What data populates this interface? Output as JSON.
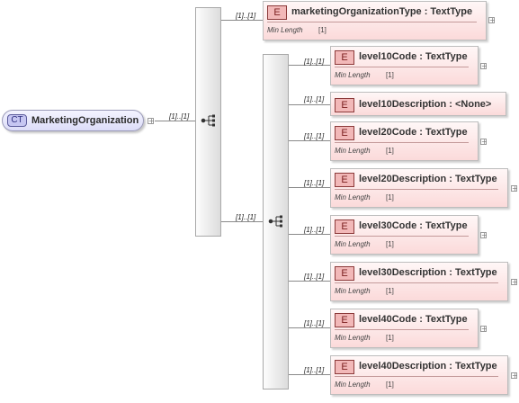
{
  "root": {
    "badge": "CT",
    "name": "MarketingOrganization",
    "occurs": "[1]..[1]"
  },
  "outer_sequence": {
    "first_element": {
      "badge": "E",
      "name": "marketingOrganizationType : TextType",
      "facet_label": "Min Length",
      "facet_value": "[1]",
      "occurs": "[1]..[1]"
    },
    "inner_sequence_occurs": "[1]..[1]"
  },
  "inner_sequence": {
    "elements": [
      {
        "badge": "E",
        "name": "level10Code : TextType",
        "facet_label": "Min Length",
        "facet_value": "[1]",
        "occurs": "[1]..[1]"
      },
      {
        "badge": "E",
        "name": "level10Description : <None>",
        "facet_label": "",
        "facet_value": "",
        "occurs": "[1]..[1]"
      },
      {
        "badge": "E",
        "name": "level20Code : TextType",
        "facet_label": "Min Length",
        "facet_value": "[1]",
        "occurs": "[1]..[1]"
      },
      {
        "badge": "E",
        "name": "level20Description : TextType",
        "facet_label": "Min Length",
        "facet_value": "[1]",
        "occurs": "[1]..[1]"
      },
      {
        "badge": "E",
        "name": "level30Code : TextType",
        "facet_label": "Min Length",
        "facet_value": "[1]",
        "occurs": "[1]..[1]"
      },
      {
        "badge": "E",
        "name": "level30Description : TextType",
        "facet_label": "Min Length",
        "facet_value": "[1]",
        "occurs": "[1]..[1]"
      },
      {
        "badge": "E",
        "name": "level40Code : TextType",
        "facet_label": "Min Length",
        "facet_value": "[1]",
        "occurs": "[1]..[1]"
      },
      {
        "badge": "E",
        "name": "level40Description : TextType",
        "facet_label": "Min Length",
        "facet_value": "[1]",
        "occurs": "[1]..[1]"
      }
    ]
  },
  "icons": {
    "expand": "plus-icon",
    "sequence": "sequence-compositor-icon"
  },
  "colors": {
    "complex_type_fill": "#dcdcf8",
    "element_fill": "#fbdada",
    "compositor_fill": "#e6e6e6"
  }
}
